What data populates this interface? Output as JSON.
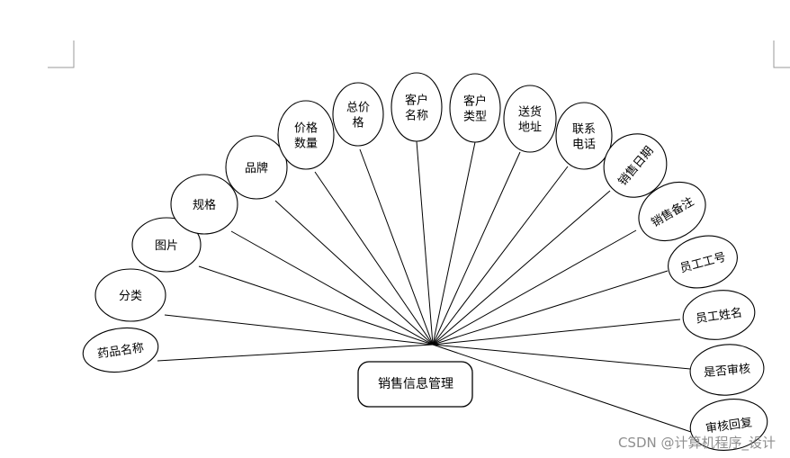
{
  "diagram": {
    "center_label": "销售信息管理",
    "attributes": [
      "药品名称",
      "分类",
      "图片",
      "规格",
      "品牌",
      "价格数量",
      "总价格",
      "客户名称",
      "客户类型",
      "送货地址",
      "联系电话",
      "销售日期",
      "销售备注",
      "员工工号",
      "员工姓名",
      "是否审核",
      "审核回复"
    ]
  },
  "watermark": "CSDN @计算机程序_设计"
}
